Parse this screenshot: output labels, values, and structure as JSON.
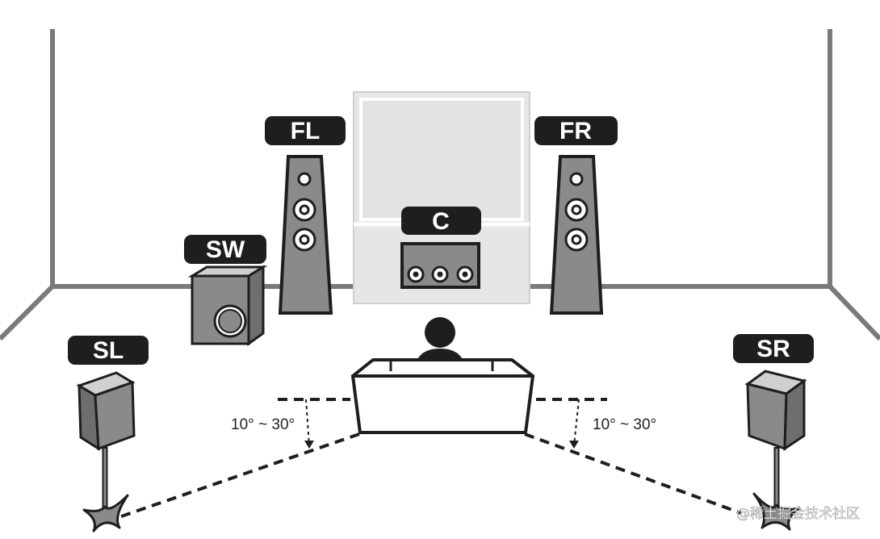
{
  "speakers": {
    "fl": {
      "label": "FL"
    },
    "fr": {
      "label": "FR"
    },
    "c": {
      "label": "C"
    },
    "sw": {
      "label": "SW"
    },
    "sl": {
      "label": "SL"
    },
    "sr": {
      "label": "SR"
    }
  },
  "angles": {
    "left": "10° ~ 30°",
    "right": "10° ~ 30°"
  },
  "watermark": "@稀土掘金技术社区",
  "colors": {
    "label_bg": "#1e1e1e",
    "speaker_fill": "#8a8a8a",
    "speaker_stroke": "#1e1e1e",
    "screen_fill": "#e6e6e6",
    "wall_stroke": "#7a7a7a"
  }
}
